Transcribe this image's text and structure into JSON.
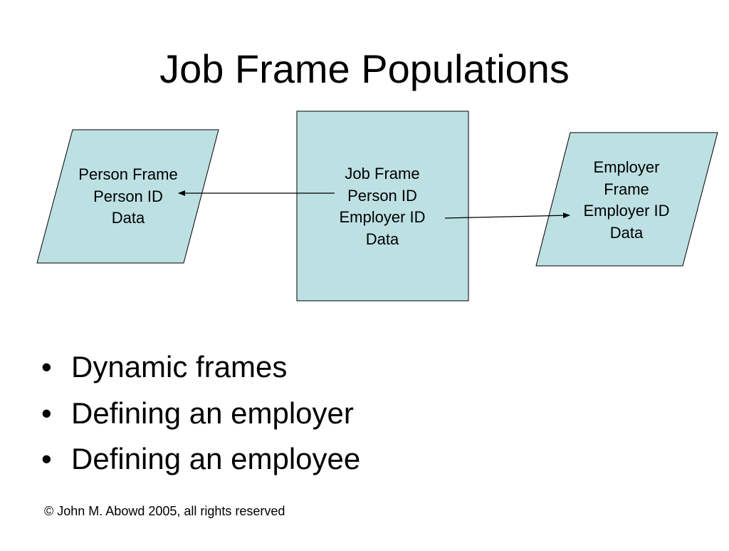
{
  "slide": {
    "title": "Job Frame Populations",
    "footer": "© John M. Abowd 2005, all rights reserved"
  },
  "diagram": {
    "fill_color": "#bde0e3",
    "person_frame": {
      "lines": [
        "Person Frame",
        "Person ID",
        "Data"
      ]
    },
    "job_frame": {
      "lines": [
        "Job Frame",
        "Person ID",
        "Employer ID",
        "Data"
      ]
    },
    "employer_frame": {
      "lines": [
        "Employer",
        "Frame",
        "Employer ID",
        "Data"
      ]
    }
  },
  "bullets": {
    "marker": "•",
    "items": [
      "Dynamic frames",
      "Defining an employer",
      "Defining an employee"
    ]
  }
}
